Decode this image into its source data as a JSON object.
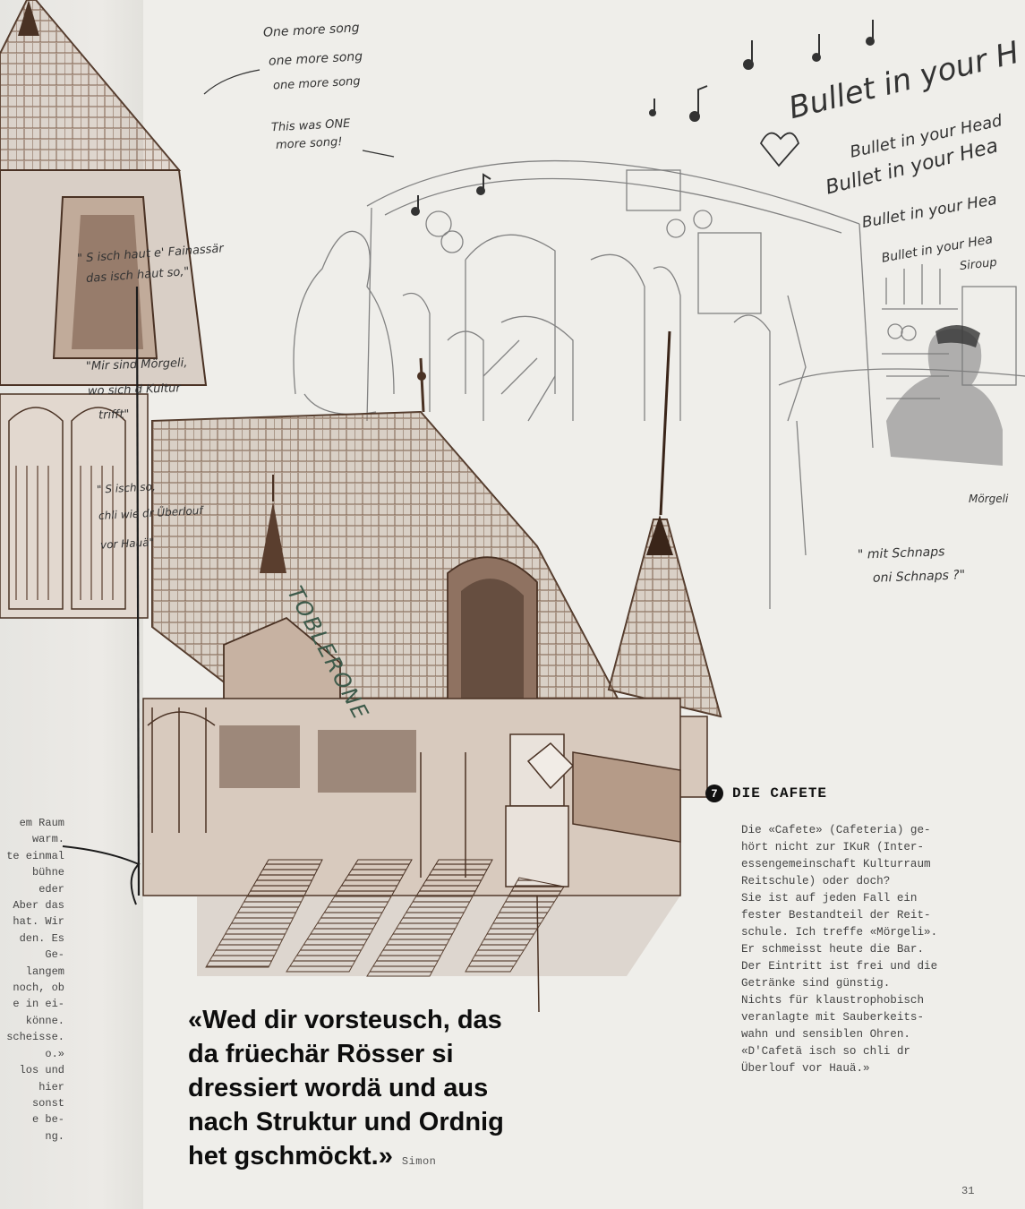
{
  "page_number": "31",
  "left_column_fragment": [
    "em Raum",
    "warm.",
    "te einmal",
    "bühne",
    "eder",
    "Aber das",
    "hat. Wir",
    "den. Es",
    "Ge-",
    "langem",
    "noch, ob",
    "e in ei-",
    "könne.",
    "scheisse.",
    "o.»",
    "los und",
    "hier",
    "sonst",
    "e be-",
    "ng."
  ],
  "section": {
    "number": "7",
    "title": "DIE CAFETE",
    "body_lines": [
      "Die «Cafete» (Cafeteria) ge-",
      "hört nicht zur IKuR (Inter-",
      "essengemeinschaft Kulturraum",
      "Reitschule) oder doch?",
      "Sie ist auf jeden Fall ein",
      "fester Bestandteil der Reit-",
      "schule. Ich treffe «Mörgeli».",
      "Er schmeisst heute die Bar.",
      "Der Eintritt ist frei und die",
      "Getränke sind günstig.",
      "Nichts für klaustrophobisch",
      "veranlagte mit Sauberkeits-",
      "wahn und sensiblen Ohren.",
      "«D'Cafetä isch so chli dr",
      "Überlouf vor Hauä.»"
    ]
  },
  "quote": {
    "lines": [
      "«Wed dir vorsteusch, das",
      "da früechär Rösser si",
      "dressiert wordä und aus",
      "nach Struktur und Ordnig",
      "het gschmöckt.»"
    ],
    "author": "Simon"
  },
  "sketch_notes": {
    "song_lines": [
      "One more song",
      "one more song",
      "one more song"
    ],
    "this_was": [
      "This was ONE",
      "more song!"
    ],
    "bullet_lines": [
      "Bullet in your H",
      "Bullet in your Head",
      "Bullet in your Hea",
      "Bullet in your Hea",
      "Bullet in your Hea"
    ],
    "siroup": "Siroup",
    "morgeli": "Mörgeli",
    "schnaps": [
      "\" mit Schnaps",
      "oni Schnaps ?\""
    ],
    "left_notes": [
      "\" S isch haut e' Fainassär",
      "das isch haut so,\"",
      "\"Mir sind Mörgeli,",
      "wo sich d Kultur",
      "trifft\"",
      "\" S isch so,",
      "chli wie dr Überlouf",
      "vor Hauä\""
    ],
    "roof_graffiti": "TOBLERONE"
  },
  "colors": {
    "paper": "#efeeea",
    "ink_brown": "#5a3e2e",
    "wash": "#9c7f6c",
    "pencil": "#6a6a6a",
    "text": "#444444"
  }
}
